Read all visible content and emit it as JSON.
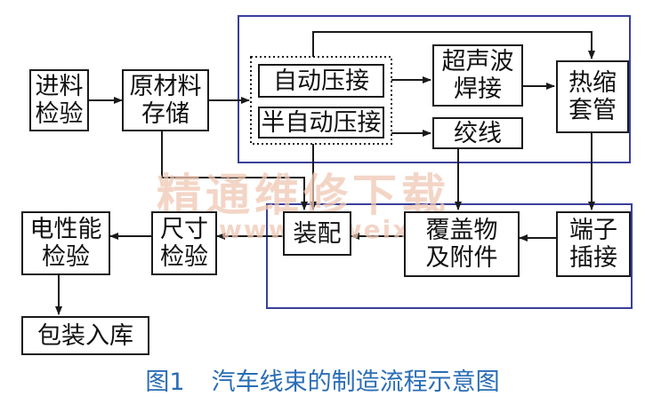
{
  "colors": {
    "frame": "#3a3f9a",
    "line": "#1a1a1a",
    "caption": "#2a6db5",
    "watermark": "#f0c8b4"
  },
  "nodes": {
    "incoming_inspection": "进料\n检验",
    "raw_material_storage": "原材料\n存储",
    "auto_crimping": "自动压接",
    "semi_auto_crimping": "半自动压接",
    "ultrasonic_welding": "超声波\n焊接",
    "twisting": "绞线",
    "heat_shrink": "热缩\n套管",
    "terminal_insertion": "端子\n插接",
    "covering_accessories": "覆盖物\n及附件",
    "assembly": "装配",
    "dimension_inspection": "尺寸\n检验",
    "electrical_inspection": "电性能\n检验",
    "packing_storage": "包装入库"
  },
  "watermark": {
    "title": "精通维修下载",
    "url": "www.gzweix.com"
  },
  "caption": {
    "figure_number": "图1",
    "title": "汽车线束的制造流程示意图"
  }
}
